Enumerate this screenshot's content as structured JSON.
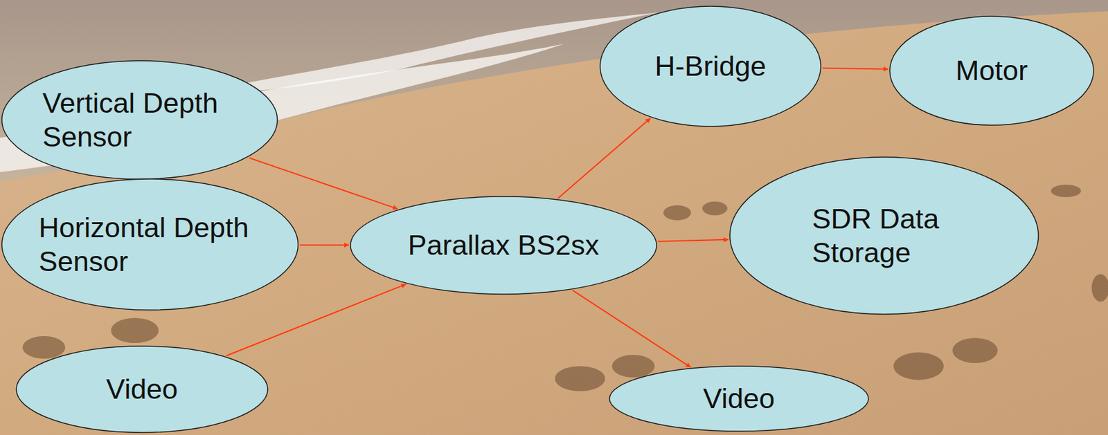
{
  "diagram": {
    "nodes": [
      {
        "text": [
          "Vertical Depth Sensor"
        ]
      },
      {
        "text": [
          "Horizontal Depth Sensor"
        ]
      },
      {
        "text": [
          "Video"
        ]
      },
      {
        "text": [
          "Parallax BS2sx"
        ]
      },
      {
        "text": [
          "H-Bridge"
        ]
      },
      {
        "text": [
          "Motor"
        ]
      },
      {
        "text": [
          "SDR Data Storage"
        ]
      },
      {
        "text": [
          "Video"
        ]
      }
    ],
    "edges": [
      {
        "from": 0,
        "to": 3,
        "arrow": "to"
      },
      {
        "from": 1,
        "to": 3,
        "arrow": "to"
      },
      {
        "from": 2,
        "to": 3,
        "arrow": "to"
      },
      {
        "from": 3,
        "to": 4,
        "arrow": "to"
      },
      {
        "from": 4,
        "to": 5,
        "arrow": "to"
      },
      {
        "from": 3,
        "to": 6,
        "arrow": "to"
      },
      {
        "from": 3,
        "to": 7,
        "arrow": "to"
      }
    ]
  }
}
